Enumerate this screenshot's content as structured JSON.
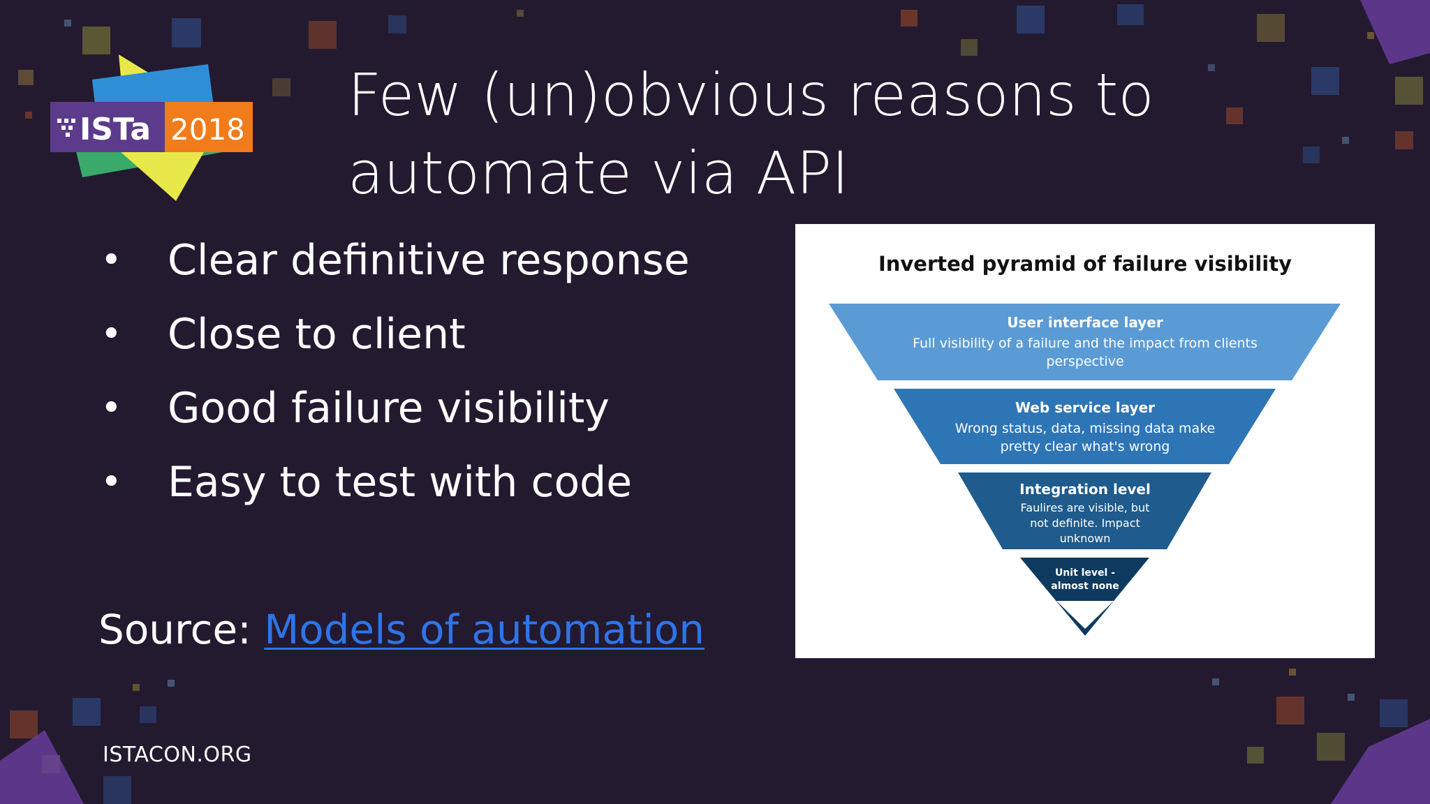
{
  "title": "Few (un)obvious reasons to automate via API",
  "logo": {
    "brand": "ISTa",
    "year": "2018"
  },
  "bullets": [
    "Clear definitive response",
    "Close to client",
    "Good failure visibility",
    "Easy to test with code"
  ],
  "source": {
    "prefix": "Source:",
    "link_text": "Models of automation"
  },
  "footer": "ISTACON.ORG",
  "figure": {
    "title": "Inverted pyramid of failure visibility",
    "layers": [
      {
        "heading": "User interface layer",
        "line1": "Full visibility of a failure and the impact from clients",
        "line2": "perspective",
        "line3": "",
        "color": "#5b9bd5"
      },
      {
        "heading": "Web service layer",
        "line1": "Wrong status, data, missing data make",
        "line2": "pretty clear what's wrong",
        "line3": "",
        "color": "#2e75b6"
      },
      {
        "heading": "Integration level",
        "line1": "Faulires are visible, but",
        "line2": "not definite. Impact",
        "line3": "unknown",
        "color": "#1f5b8c"
      },
      {
        "heading": "Unit level -",
        "line1": "almost none",
        "line2": "",
        "line3": "",
        "color": "#0e3a60"
      }
    ]
  },
  "colors": {
    "background": "#231a30",
    "link": "#2f74e8",
    "logo_orange": "#f07c1c",
    "logo_purple": "#5c3b8c"
  }
}
